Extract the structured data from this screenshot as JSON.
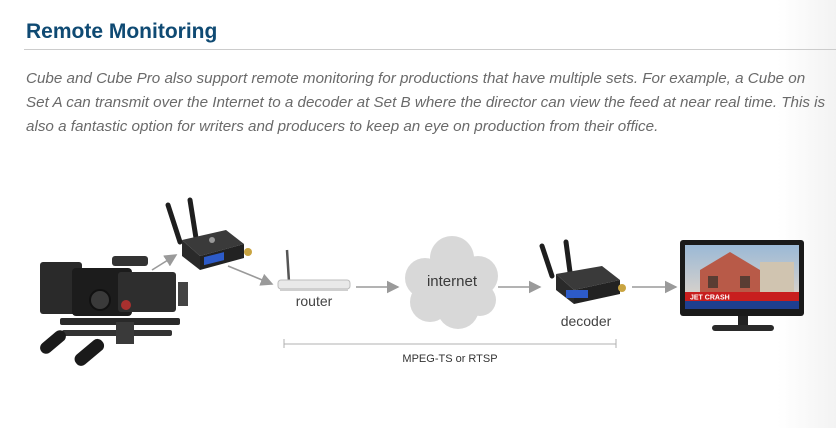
{
  "section": {
    "title": "Remote Monitoring",
    "paragraph": "Cube and Cube Pro also support remote monitoring for productions that have multiple sets. For example, a Cube on Set A can transmit over the Internet to a decoder at Set B where the director can view the feed at near real time. This is also a fantastic option for writers and producers to keep an eye on production from their office."
  },
  "diagram": {
    "router_label": "router",
    "cloud_label": "internet",
    "decoder_label": "decoder",
    "protocol_label": "MPEG-TS or RTSP",
    "tv_banner": "JET CRASH"
  }
}
